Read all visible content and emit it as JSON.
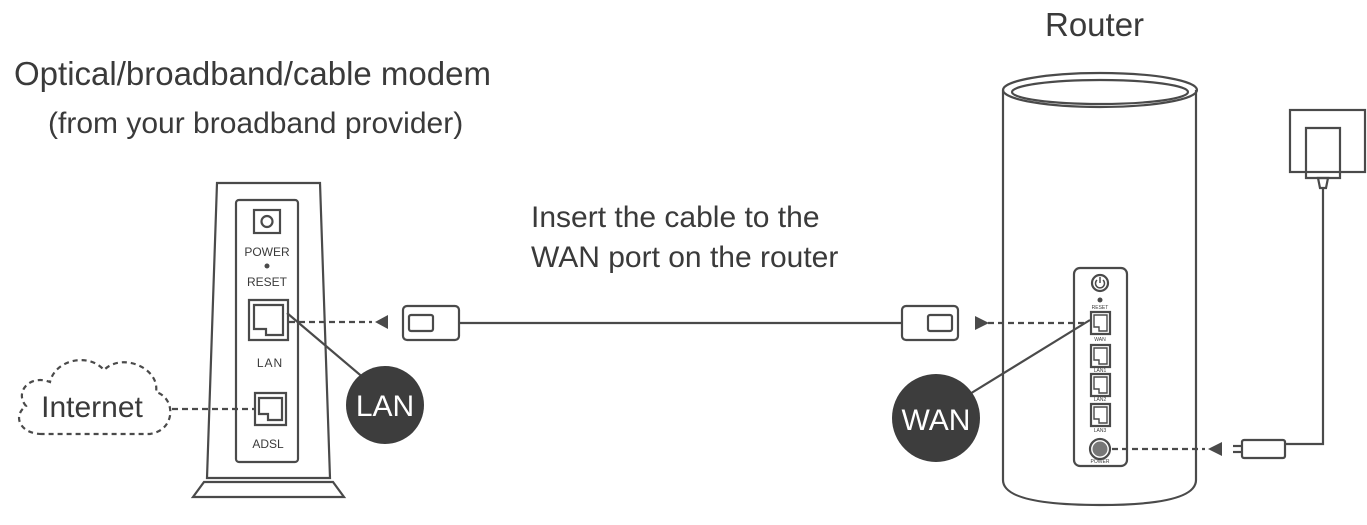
{
  "modem": {
    "title": "Optical/broadband/cable modem",
    "subtitle": "(from your broadband provider)",
    "labels": {
      "power": "POWER",
      "reset": "RESET",
      "lan": "LAN",
      "adsl": "ADSL"
    }
  },
  "router": {
    "title": "Router",
    "labels": {
      "reset": "RESET",
      "wan": "WAN",
      "lan1": "LAN1",
      "lan2": "LAN2",
      "lan3": "LAN3",
      "power": "POWER"
    }
  },
  "instruction": {
    "line1": "Insert the cable to the",
    "line2": "WAN port on the router"
  },
  "callouts": {
    "lan": "LAN",
    "wan": "WAN"
  },
  "internet_label": "Internet",
  "colors": {
    "line": "#4a4a4a",
    "callout_fill": "#3d3d3d",
    "callout_text": "#ffffff"
  }
}
